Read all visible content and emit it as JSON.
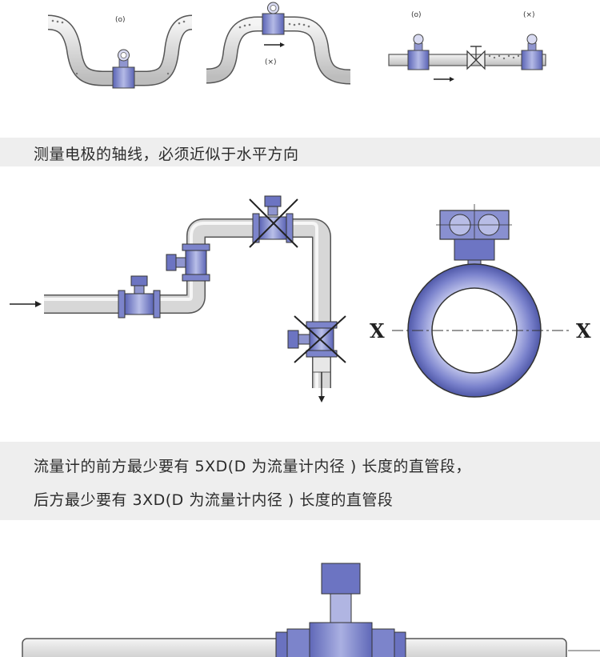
{
  "figure1": {
    "label_ok_left": "(o)",
    "label_bad_middle": "(×)",
    "label_ok_right": "(o)",
    "label_bad_right": "(×)"
  },
  "caption1": "测量电极的轴线，必须近似于水平方向",
  "figure2": {
    "axis_left": "X",
    "axis_right": "X"
  },
  "caption2_line1": "流量计的前方最少要有 5XD(D 为流量计内径 ) 长度的直管段，",
  "caption2_line2": "后方最少要有 3XD(D 为流量计内径 ) 长度的直管段",
  "colors": {
    "pipe_fill": "#dcdcdc",
    "pipe_stroke": "#555555",
    "meter_blue": "#6f78c4",
    "meter_light": "#a7add9",
    "band_gray": "#eeeeee"
  }
}
